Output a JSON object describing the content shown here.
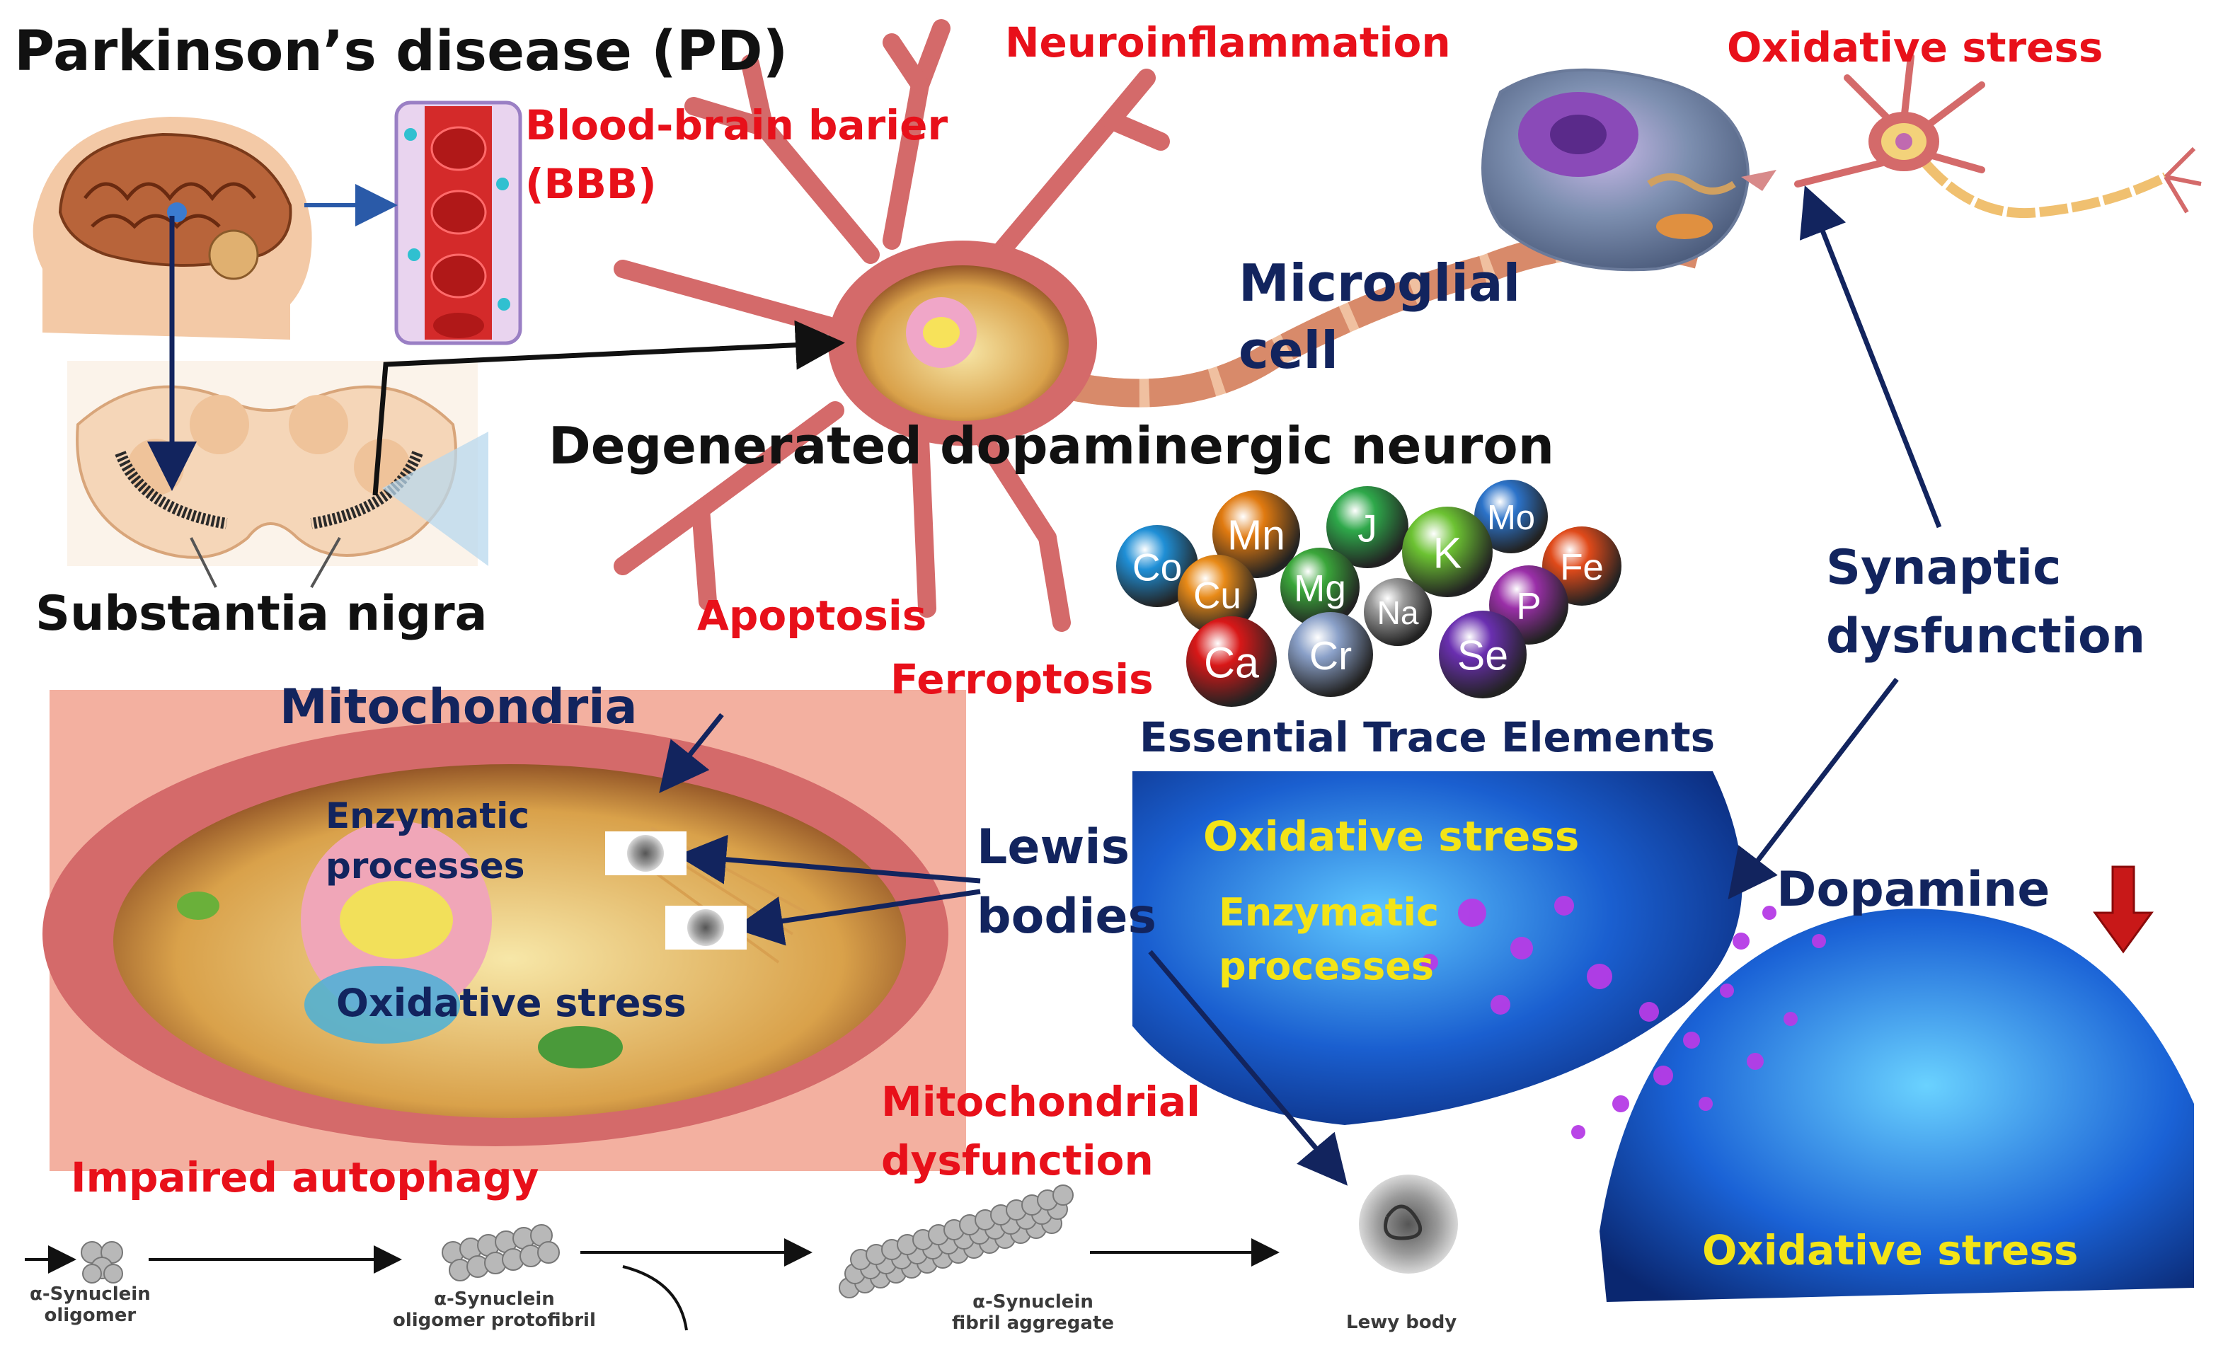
{
  "title": "Parkinson’s disease (PD)",
  "labels": {
    "neuroinflammation": "Neuroinflammation",
    "oxidative_stress_top": "Oxidative stress",
    "bbb_line1": "Blood-brain barier",
    "bbb_line2": "(BBB)",
    "microglial_line1": "Microglial",
    "microglial_line2": "cell",
    "degenerated_neuron": "Degenerated dopaminergic neuron",
    "substantia_nigra": "Substantia nigra",
    "apoptosis": "Apoptosis",
    "ferroptosis": "Ferroptosis",
    "synaptic_line1": "Synaptic",
    "synaptic_line2": "dysfunction",
    "mitochondria": "Mitochondria",
    "enzymatic_cell_line1": "Enzymatic",
    "enzymatic_cell_line2": "processes",
    "oxidative_cell": "Oxidative stress",
    "lewis_line1": "Lewis",
    "lewis_line2": "bodies",
    "essential_trace": "Essential Trace Elements",
    "oxidative_synapse_top": "Oxidative stress",
    "enzymatic_syn_line1": "Enzymatic",
    "enzymatic_syn_line2": "processes",
    "dopamine": "Dopamine",
    "oxidative_synapse_bottom": "Oxidative stress",
    "mito_dys_line1": "Mitochondrial",
    "mito_dys_line2": "dysfunction",
    "impaired_autophagy": "Impaired autophagy"
  },
  "pathway": {
    "step1_line1": "α-Synuclein",
    "step1_line2": "oligomer",
    "step2_line1": "α-Synuclein",
    "step2_line2": "oligomer protofibril",
    "step3_line1": "α-Synuclein",
    "step3_line2": "fibril aggregate",
    "step4": "Lewy body"
  },
  "elements": [
    {
      "symbol": "Mn",
      "color": "#e07a10"
    },
    {
      "symbol": "J",
      "color": "#2ea84a"
    },
    {
      "symbol": "Mo",
      "color": "#2c73c9"
    },
    {
      "symbol": "Co",
      "color": "#1f8fd6"
    },
    {
      "symbol": "K",
      "color": "#6cc232"
    },
    {
      "symbol": "Fe",
      "color": "#e04a1a"
    },
    {
      "symbol": "Cu",
      "color": "#e88a18"
    },
    {
      "symbol": "Mg",
      "color": "#3aa63a"
    },
    {
      "symbol": "Na",
      "color": "#9a9a9a"
    },
    {
      "symbol": "P",
      "color": "#9a2fa8"
    },
    {
      "symbol": "Ca",
      "color": "#d81818"
    },
    {
      "symbol": "Cr",
      "color": "#8aa0c8"
    },
    {
      "symbol": "Se",
      "color": "#6a2fb0"
    }
  ],
  "colors": {
    "red_label": "#e8101a",
    "navy_label": "#12245e",
    "yellow_label": "#f3e417",
    "arrow": "#12245e"
  }
}
